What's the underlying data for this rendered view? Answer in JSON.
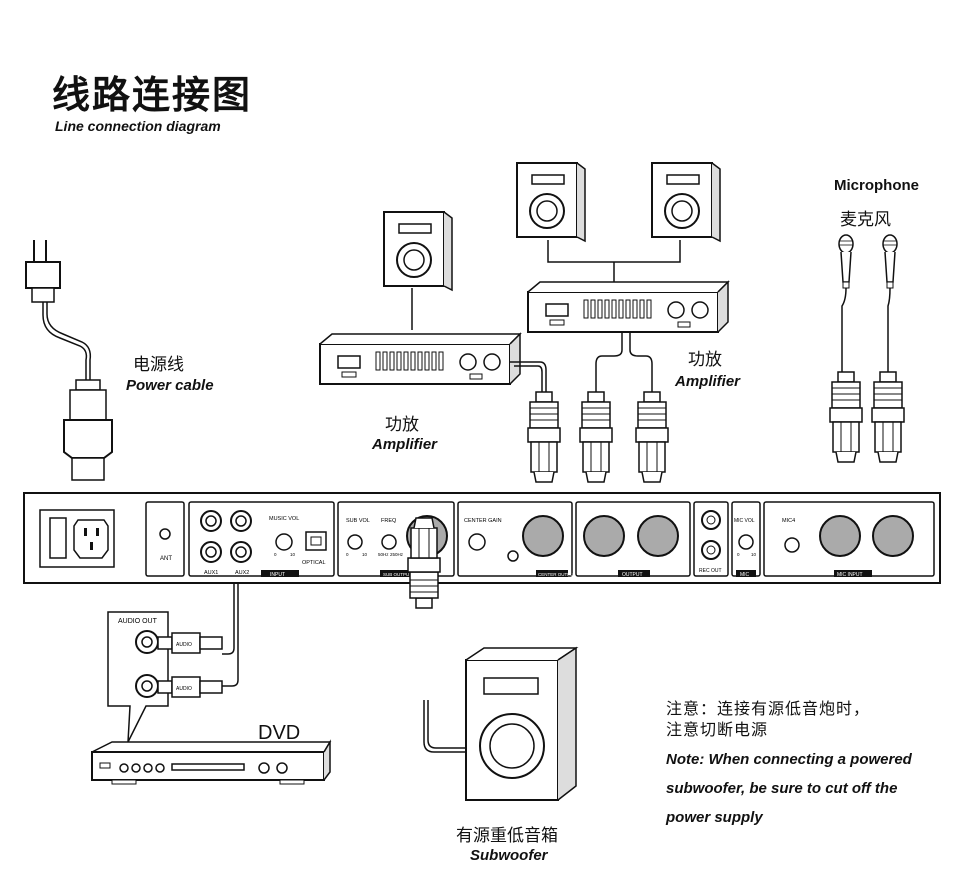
{
  "title": {
    "cn": "线路连接图",
    "en": "Line connection diagram"
  },
  "labels": {
    "power_cable": {
      "cn": "电源线",
      "en": "Power cable"
    },
    "amplifier_left": {
      "cn": "功放",
      "en": "Amplifier"
    },
    "amplifier_right": {
      "cn": "功放",
      "en": "Amplifier"
    },
    "microphone": {
      "cn": "麦克风",
      "en": "Microphone"
    },
    "dvd": "DVD",
    "subwoofer": {
      "cn": "有源重低音箱",
      "en": "Subwoofer"
    }
  },
  "note": {
    "cn": [
      "注意：连接有源低音炮时，",
      "注意切断电源"
    ],
    "en": [
      "Note: When connecting a powered",
      "subwoofer, be sure to cut off the",
      "power supply"
    ]
  },
  "panel": {
    "ant": "ANT",
    "aux1": "AUX1",
    "aux2": "AUX2",
    "music_vol": "MUSIC VOL",
    "optical": "OPTICAL",
    "input": "INPUT",
    "sub_vol": "SUB VOL",
    "freq": "FREQ",
    "sub_output": "SUB OUTPUT",
    "center_gain": "CENTER GAIN",
    "center_output": "CENTER OUTPUT",
    "output": "OUTPUT",
    "rec_out": "REC OUT",
    "mic_vol": "MIC VOL",
    "mic": "MIC",
    "mic4": "MIC4",
    "mic_input": "MIC INPUT",
    "scale_0": "0",
    "scale_10": "10",
    "freq_low": "50Hz",
    "freq_high": "250Hz"
  },
  "dvd_panel": {
    "audio_out": "AUDIO OUT",
    "audio_tag": "AUDIO"
  }
}
